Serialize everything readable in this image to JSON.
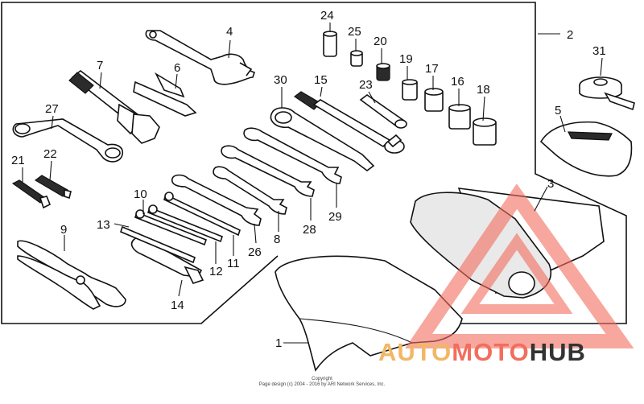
{
  "diagram": {
    "callouts": [
      {
        "id": "1",
        "label": "1"
      },
      {
        "id": "2",
        "label": "2"
      },
      {
        "id": "3",
        "label": "3"
      },
      {
        "id": "4",
        "label": "4"
      },
      {
        "id": "5",
        "label": "5"
      },
      {
        "id": "6",
        "label": "6"
      },
      {
        "id": "7",
        "label": "7"
      },
      {
        "id": "8",
        "label": "8"
      },
      {
        "id": "9",
        "label": "9"
      },
      {
        "id": "10",
        "label": "10"
      },
      {
        "id": "11",
        "label": "11"
      },
      {
        "id": "12",
        "label": "12"
      },
      {
        "id": "13",
        "label": "13"
      },
      {
        "id": "14",
        "label": "14"
      },
      {
        "id": "15",
        "label": "15"
      },
      {
        "id": "16",
        "label": "16"
      },
      {
        "id": "17",
        "label": "17"
      },
      {
        "id": "18",
        "label": "18"
      },
      {
        "id": "19",
        "label": "19"
      },
      {
        "id": "20",
        "label": "20"
      },
      {
        "id": "21",
        "label": "21"
      },
      {
        "id": "22",
        "label": "22"
      },
      {
        "id": "23",
        "label": "23"
      },
      {
        "id": "24",
        "label": "24"
      },
      {
        "id": "25",
        "label": "25"
      },
      {
        "id": "26",
        "label": "26"
      },
      {
        "id": "27",
        "label": "27"
      },
      {
        "id": "28",
        "label": "28"
      },
      {
        "id": "29",
        "label": "29"
      },
      {
        "id": "30",
        "label": "30"
      },
      {
        "id": "31",
        "label": "31"
      }
    ]
  },
  "copyright": {
    "line1": "Copyright",
    "line2": "Page design (c) 2004 - 2016 by ARI Network Services, Inc."
  },
  "watermark": {
    "word1": "AUTO",
    "word2": "MOTO",
    "word3": "HUB",
    "colors": {
      "auto": "#f2b766",
      "moto": "#f26d5e",
      "hub": "#333333",
      "triangle": "#f26d5e"
    }
  }
}
